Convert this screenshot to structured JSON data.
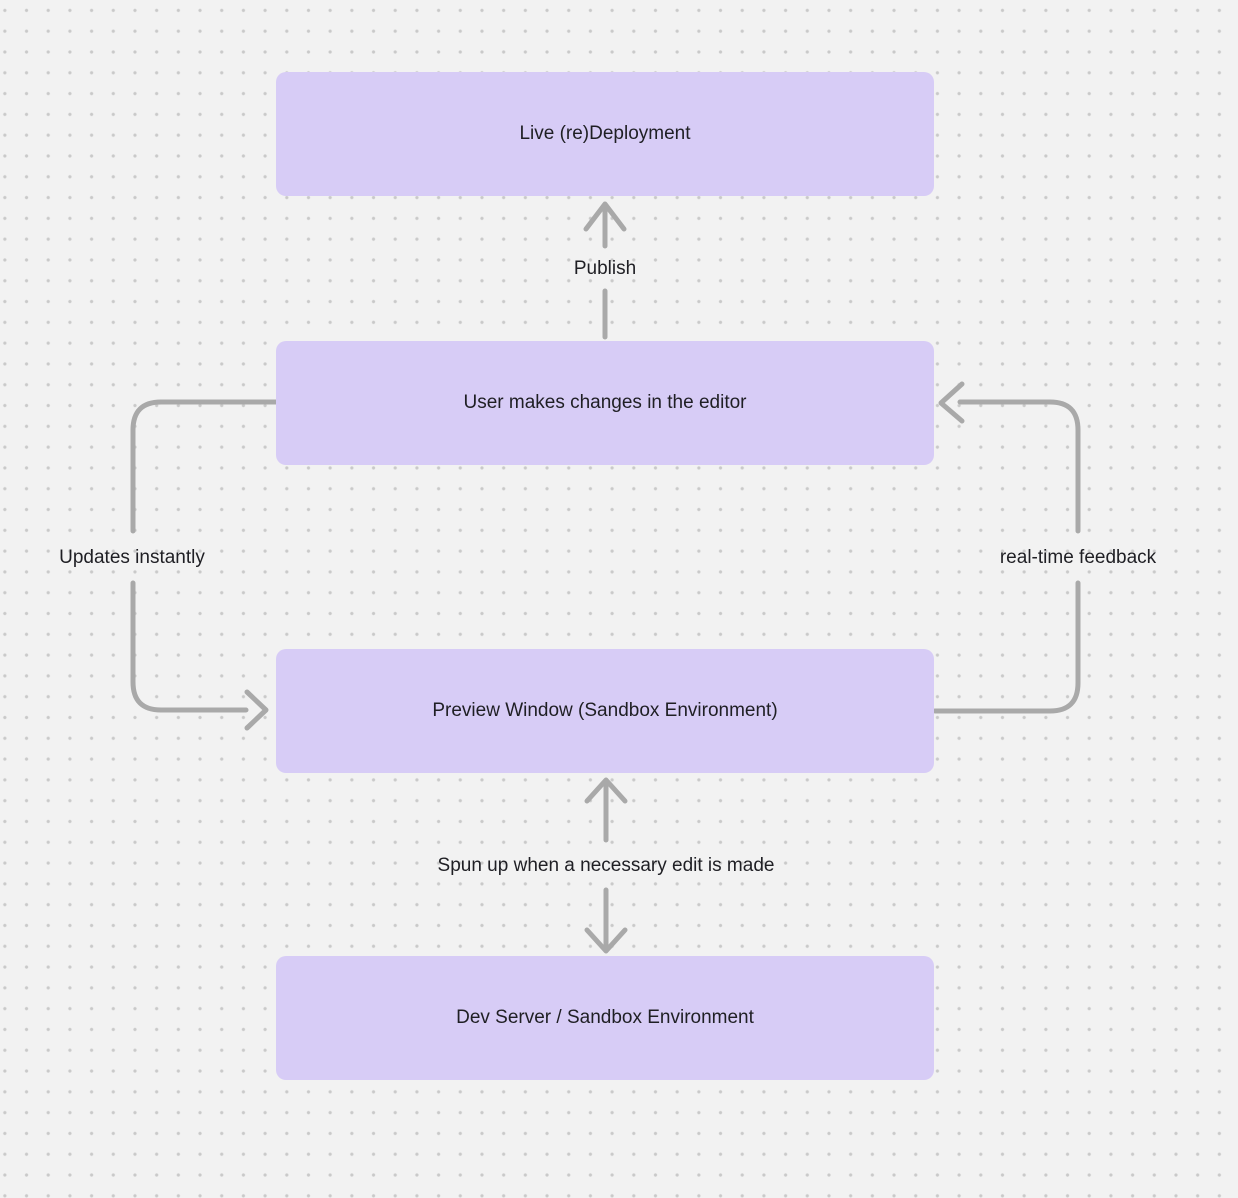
{
  "canvas": {
    "background_color": "#f2f2f2",
    "dot_color": "#c9c9c9"
  },
  "styles": {
    "node_fill": "#d7ccf6",
    "arrow_color": "#a9a9a9",
    "label_color": "#1f1f24"
  },
  "nodes": [
    {
      "id": "live-redeployment",
      "label": "Live (re)Deployment"
    },
    {
      "id": "user-editor-changes",
      "label": "User makes changes in the editor"
    },
    {
      "id": "preview-window",
      "label": "Preview Window (Sandbox Environment)"
    },
    {
      "id": "dev-server",
      "label": "Dev Server / Sandbox Environment"
    }
  ],
  "edges": [
    {
      "id": "publish",
      "label": "Publish",
      "from": "user-editor-changes",
      "to": "live-redeployment",
      "bidirectional": false
    },
    {
      "id": "updates-instantly",
      "label": "Updates instantly",
      "from": "user-editor-changes",
      "to": "preview-window",
      "bidirectional": false
    },
    {
      "id": "real-time-feedback",
      "label": "real-time feedback",
      "from": "preview-window",
      "to": "user-editor-changes",
      "bidirectional": false
    },
    {
      "id": "spun-up",
      "label": "Spun up when a necessary edit is made",
      "from": "dev-server",
      "to": "preview-window",
      "bidirectional": true
    }
  ]
}
